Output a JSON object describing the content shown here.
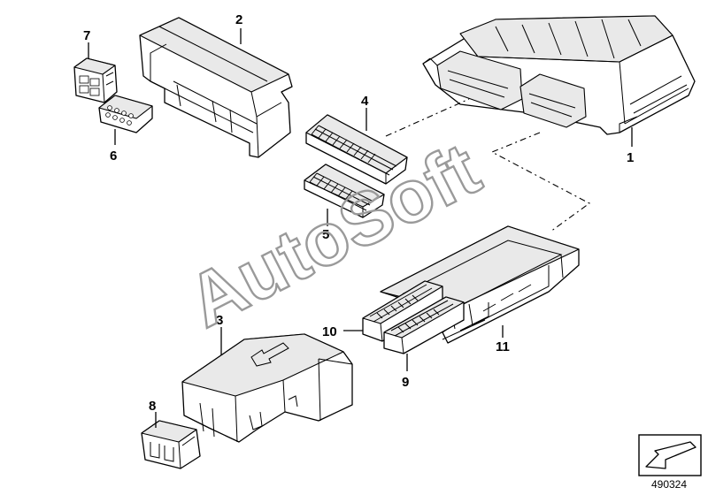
{
  "callouts": {
    "c1": "1",
    "c2": "2",
    "c3": "3",
    "c4": "4",
    "c5": "5",
    "c6": "6",
    "c7": "7",
    "c8": "8",
    "c9": "9",
    "c10": "10",
    "c11": "11"
  },
  "watermark": "AutoSoft",
  "document_number": "490324",
  "icons": {
    "direction": "arrow-icon"
  }
}
